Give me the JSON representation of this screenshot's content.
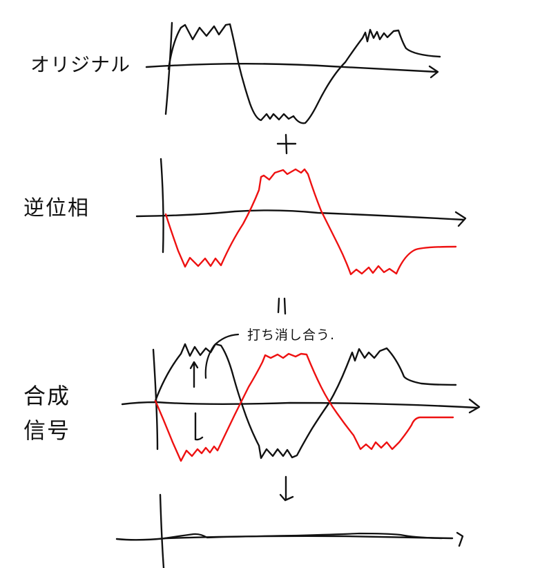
{
  "labels": {
    "original": "オリジナル",
    "inverted": "逆位相",
    "combined_line1": "合成",
    "combined_line2": "信号",
    "annotation": "打ち消し合う."
  },
  "operators": {
    "plus": "+",
    "equals": "‖",
    "result_arrow": "↓"
  },
  "colors": {
    "ink": "#111111",
    "inverted_wave": "#ee1111"
  },
  "panels": [
    {
      "name": "original",
      "wave_color": "#111111",
      "description": "noisy square-ish wave starting high"
    },
    {
      "name": "inverted",
      "wave_color": "#ee1111",
      "description": "mirror image of original (opposite phase)"
    },
    {
      "name": "combined",
      "description": "original (black) and inverted (red) overlaid"
    },
    {
      "name": "result",
      "description": "flat line near zero — waves cancel out"
    }
  ]
}
